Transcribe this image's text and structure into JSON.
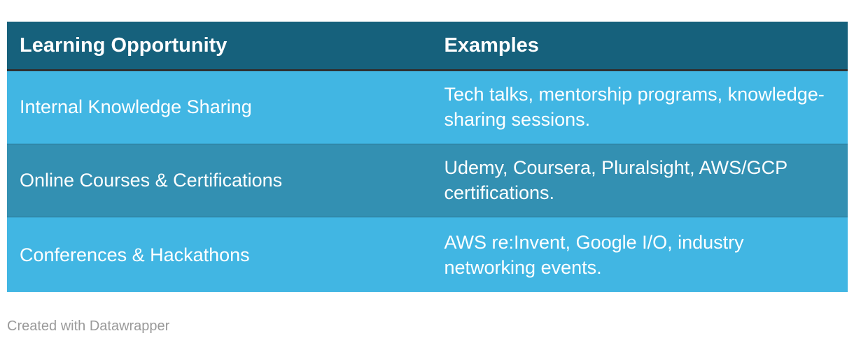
{
  "colors": {
    "header_bg": "#16617c",
    "header_border": "#2f3133",
    "row_light": "#41b6e3",
    "row_medium": "#3390b2",
    "text": "#ffffff",
    "footer_text": "#9a9a9a",
    "page_bg": "#ffffff"
  },
  "chart_data": {
    "type": "table",
    "title": "",
    "columns": [
      "Learning Opportunity",
      "Examples"
    ],
    "rows": [
      [
        "Internal Knowledge Sharing",
        "Tech talks, mentorship programs, knowledge-sharing sessions."
      ],
      [
        "Online Courses & Certifications",
        "Udemy, Coursera, Pluralsight, AWS/GCP certifications."
      ],
      [
        "Conferences & Hackathons",
        "AWS re:Invent, Google I/O, industry networking events."
      ]
    ],
    "layout": {
      "header_position": "top",
      "header_style": "dark teal background, bold white text, dark rule below",
      "row_striping": "light blue / medium blue alternating",
      "grid": false,
      "legend": "none"
    }
  },
  "footer": {
    "attribution": "Created with Datawrapper"
  }
}
